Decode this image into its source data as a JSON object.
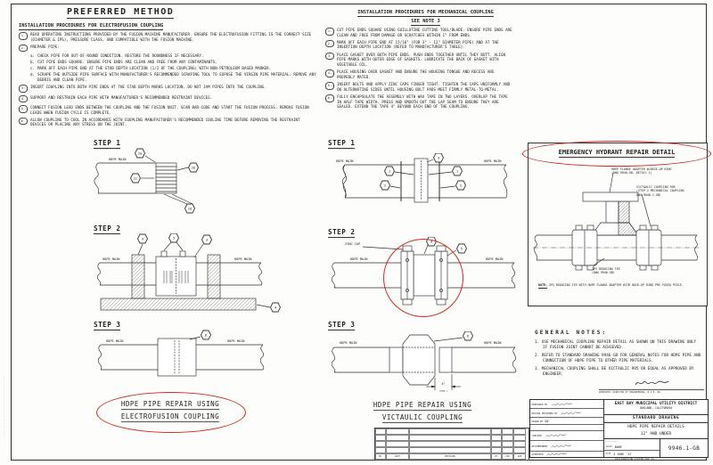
{
  "colors": {
    "ink": "#222222",
    "red": "#cf2a27",
    "paper": "#fdfdfb"
  },
  "edge_stamp": "···························",
  "left": {
    "title": "PREFERRED METHOD",
    "subtitle": "INSTALLATION PROCEDURES FOR ELECTROFUSION COUPLING",
    "items": [
      {
        "n": "1.",
        "t": "READ OPERATING INSTRUCTIONS PROVIDED BY THE FUSION MACHINE MANUFACTURER. ENSURE THE ELECTROFUSION FITTING IS THE CORRECT SIZE (DIAMETER & IPS), PRESSURE CLASS, AND COMPATIBLE WITH THE FUSION MACHINE."
      },
      {
        "n": "2.",
        "t": "PREPARE PIPE:"
      },
      {
        "n": "3.",
        "t": "INSERT COUPLING INTO BOTH PIPE ENDS AT THE STAB DEPTH MARKS LOCATION. DO NOT JAM PIPES INTO THE COUPLING."
      },
      {
        "n": "4.",
        "t": "SUPPORT AND RESTRAIN EACH PIPE WITH MANUFACTURER'S RECOMMENDED RESTRAINT DEVICES."
      },
      {
        "n": "5.",
        "t": "CONNECT FUSION LEAD ENDS BETWEEN THE COUPLING AND THE FUSION UNIT. SCAN BAR-CODE AND START THE FUSION PROCESS. REMOVE FUSION LEADS WHEN FUSION CYCLE IS COMPLETE."
      },
      {
        "n": "6.",
        "t": "ALLOW COUPLING TO COOL IN ACCORDANCE WITH COUPLING MANUFACTURER'S RECOMMENDED COOLING TIME BEFORE REMOVING THE RESTRAINT DEVICES OR PLACING ANY STRESS ON THE JOINT."
      }
    ],
    "subs": [
      {
        "n": "a.",
        "t": "CHECK PIPE FOR OUT-OF-ROUND CONDITION. RESTORE THE ROUNDNESS IF NECESSARY."
      },
      {
        "n": "b.",
        "t": "CUT PIPE ENDS SQUARE. ENSURE PIPE ENDS ARE CLEAN AND FREE FROM ANY CONTAMINANTS."
      },
      {
        "n": "c.",
        "t": "MARK OFF EACH PIPE END AT THE STAB DEPTH LOCATION (1/2 OF THE COUPLING) WITH NON-PETROLEUM BASED MARKER."
      },
      {
        "n": "d.",
        "t": "SCRAPE THE OUTSIDE PIPE SURFACE WITH MANUFACTURER'S RECOMMENDED SCRAPING TOOL TO EXPOSE THE VIRGIN PIPE MATERIAL. REMOVE ANY DEBRIS AND CLEAN PIPE."
      }
    ],
    "step1": "STEP 1",
    "step2": "STEP 2",
    "step3": "STEP 3",
    "pipe_label": "HDPE MAIN",
    "s1_callouts": [
      "2a",
      "2b",
      "2c",
      "2d"
    ],
    "s2_callouts": [
      "4",
      "5",
      "3",
      "4"
    ],
    "s3_callout": "6",
    "caption1": "HDPE PIPE REPAIR USING",
    "caption2": "ELECTROFUSION COUPLING"
  },
  "right": {
    "title": "INSTALLATION PROCEDURES FOR MECHANICAL COUPLING",
    "subtitle": "SEE NOTE 3",
    "items": [
      {
        "n": "1.",
        "t": "CUT PIPE ENDS SQUARE USING GUILLOTINE CUTTING TOOL/BLADE. ENSURE PIPE ENDS ARE CLEAN AND FREE FROM DAMAGE OR SCRATCHES WITHIN 1\" FROM ENDS."
      },
      {
        "n": "2.",
        "t": "MARK OFF EACH PIPE END AT 15/16\" (FOR 3\" - 12\" DIAMETER PIPE) AND AT THE INSERTION DEPTH LOCATION (REFER TO MANUFACTURER'S TABLE)."
      },
      {
        "n": "3.",
        "t": "PLACE GASKET OVER BOTH PIPE ENDS. PUSH ENDS TOGETHER UNTIL THEY BUTT. ALIGN PIPE MARKS WITH OUTER EDGE OF GASKETS. LUBRICATE THE BACK OF GASKET WITH VEGETABLE OIL."
      },
      {
        "n": "4.",
        "t": "PLACE HOUSING OVER GASKET AND ENSURE THE HOUSING TONGUE AND RECESS ARE PROPERLY MATED."
      },
      {
        "n": "5.",
        "t": "INSERT BOLTS AND APPLY ZINC CAPS FINGER TIGHT. TIGHTEN THE CAPS UNIFORMLY AND ON ALTERNATING SIDES UNTIL HOUSING BOLT PADS MEET FIRMLY METAL-TO-METAL."
      },
      {
        "n": "6.",
        "t": "FULLY ENCAPSULATE THE ASSEMBLY WITH WAX TAPE IN TWO LAYERS. OVERLAP THE TAPE IN HALF TAPE WIDTH. PRESS AND SMOOTH OUT THE LAP SEAM TO ENSURE THEY ARE SEALED. EXTEND THE TAPE 4\" BEYOND EACH END OF THE COUPLING."
      }
    ],
    "step1": "STEP 1",
    "step2": "STEP 2",
    "step3": "STEP 3",
    "pipe_label": "HDPE MAIN",
    "s1_callouts": [
      "3",
      "1",
      "1",
      "2",
      "2"
    ],
    "s2_callouts": [
      "4",
      "5"
    ],
    "zinc_cap": "ZINC CAP",
    "s3_callout": "6",
    "dim1": "4\"",
    "dim2": "(TYP.)",
    "caption1": "HDPE PIPE REPAIR USING",
    "caption2": "VICTAULIC COUPLING"
  },
  "detail": {
    "title": "EMERGENCY HYDRANT REPAIR DETAIL",
    "label1a": "HDPE FLANGE ADAPTER W/BACK-UP RING",
    "label1b": "(DWG 9946-GB, DETAIL 1)",
    "label2a": "VICTAULIC COUPLING 995",
    "label2b": "(STEP 2 MECHANICAL COUPLING",
    "label2c": "DWG 9946.1-GB)",
    "label3a": "IPS REDUCING TEE",
    "label3b": "(DWG 9946-GB)",
    "note_label": "NOTE:",
    "note_text": "IPS REDUCING TEE WITH HDPE FLANGE ADAPTER WITH BACK-UP RING PRE-FUSED PIECE."
  },
  "general_notes": {
    "title": "GENERAL NOTES:",
    "n1": "1. USE MECHANICAL COUPLING REPAIR DETAIL AS SHOWN ON THIS DRAWING ONLY IF FUSION JOINT CANNOT BE ACHIEVED.",
    "n2": "2. REFER TO STANDARD DRAWING 9946-GB FOR GENERAL NOTES FOR HDPE PIPE AND CONNECTION OF HDPE PIPE TO OTHER PIPE MATERIALS.",
    "n3": "3. MECHANICAL COUPLING SHALL BE VICTAULIC 995 OR EQUAL AS APPROVED BY ENGINEER.",
    "approval": "APPROVED: DIRECTOR OF ENGINEERING, R.C.E. NO."
  },
  "title_block": {
    "district": "EAST BAY MUNICIPAL UTILITY DISTRICT",
    "city": "OAKLAND, CALIFORNIA",
    "std": "STANDARD DRAWING",
    "title1": "HDPE PIPE REPAIR DETAILS",
    "title2": "12\" AND UNDER",
    "scale_label": "SCALE",
    "scale": "NONE",
    "date_label": "DATE",
    "date": "4 JUNE '12",
    "number": "9946.1-GB",
    "smudge": "∙∙∙∙∙∙∙∙∙∙∙∙",
    "rows": {
      "r1": "PREPARED BY",
      "r2": "DESIGN REVIEWED BY",
      "r3": "DRAWN BY",
      "r3v": "DW",
      "r5": "CHECKED",
      "r6": "RECOMMENDED",
      "r7": "APPROVED"
    },
    "dist_note": "DISTRIBUTION SYSTEM MAP 44."
  },
  "revision_table": {
    "headers": [
      "NO.",
      "DATE",
      "REVISION",
      "BY",
      "CKD",
      "APP"
    ]
  }
}
